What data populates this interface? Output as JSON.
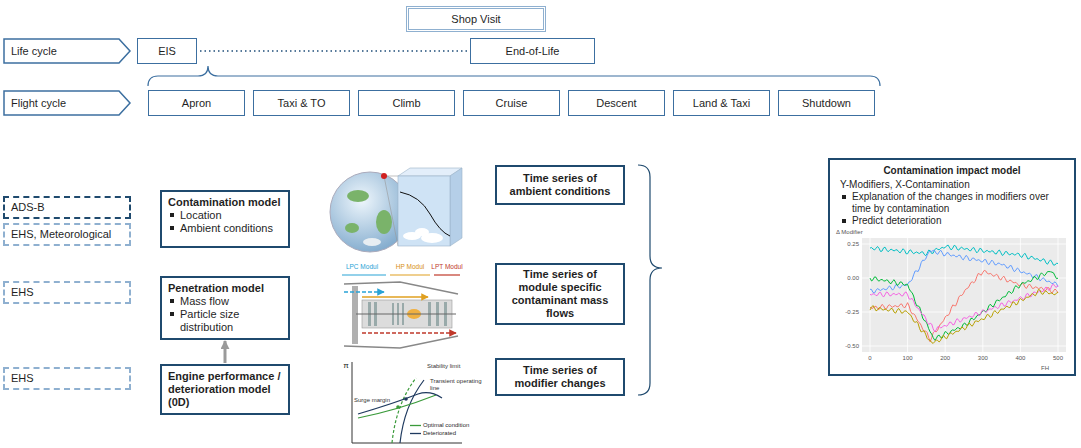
{
  "diagram": {
    "nodes": [
      {
        "text": [
          "Shop Visit"
        ]
      },
      {
        "text": [
          "Life cycle"
        ]
      },
      {
        "text": [
          "EIS"
        ]
      },
      {
        "text": [
          "End-of-Life"
        ]
      },
      {
        "text": [
          "Flight cycle"
        ]
      },
      {
        "text": [
          "Apron"
        ]
      },
      {
        "text": [
          "Taxi & TO"
        ]
      },
      {
        "text": [
          "Climb"
        ]
      },
      {
        "text": [
          "Cruise"
        ]
      },
      {
        "text": [
          "Descent"
        ]
      },
      {
        "text": [
          "Land & Taxi"
        ]
      },
      {
        "text": [
          "Shutdown"
        ]
      },
      {
        "text": [
          "ADS-B"
        ]
      },
      {
        "text": [
          "EHS, Meteorological"
        ]
      },
      {
        "text": [
          "Contamination model",
          "Location",
          "Ambient conditions"
        ]
      },
      {
        "text": [
          "EHS"
        ]
      },
      {
        "text": [
          "Penetration model",
          "Mass flow",
          "Particle size distribution"
        ]
      },
      {
        "text": [
          "EHS"
        ]
      },
      {
        "text": [
          "Engine performance / deterioration model (0D)"
        ]
      },
      {
        "text": [
          "Time series of ambient conditions"
        ]
      },
      {
        "text": [
          "Time series of module specific contaminant mass flows"
        ]
      },
      {
        "text": [
          "Time series of modifier changes"
        ]
      },
      {
        "text": [
          "Contamination impact model",
          "Y-Modifiers, X-Contamination",
          "Explanation of the changes in modifiers over time by contamination",
          "Predict deterioration"
        ]
      }
    ],
    "edges": [
      {
        "from": 2,
        "to": 3,
        "arrow": "none"
      },
      {
        "from": 18,
        "to": 16,
        "arrow": "to"
      }
    ],
    "labels": [
      "LPC Modul",
      "HP Modul",
      "LPT Modul",
      "Surge margin",
      "Stability limit",
      "Transient operating line",
      "π",
      "Δ Modifier",
      "0.25",
      "0.00",
      "-0.25",
      "-0.50",
      "0",
      "100",
      "200",
      "300",
      "400",
      "500",
      "FH"
    ],
    "legend": [
      {
        "text": "Optimal condition"
      },
      {
        "text": "Deteriorated"
      }
    ]
  }
}
